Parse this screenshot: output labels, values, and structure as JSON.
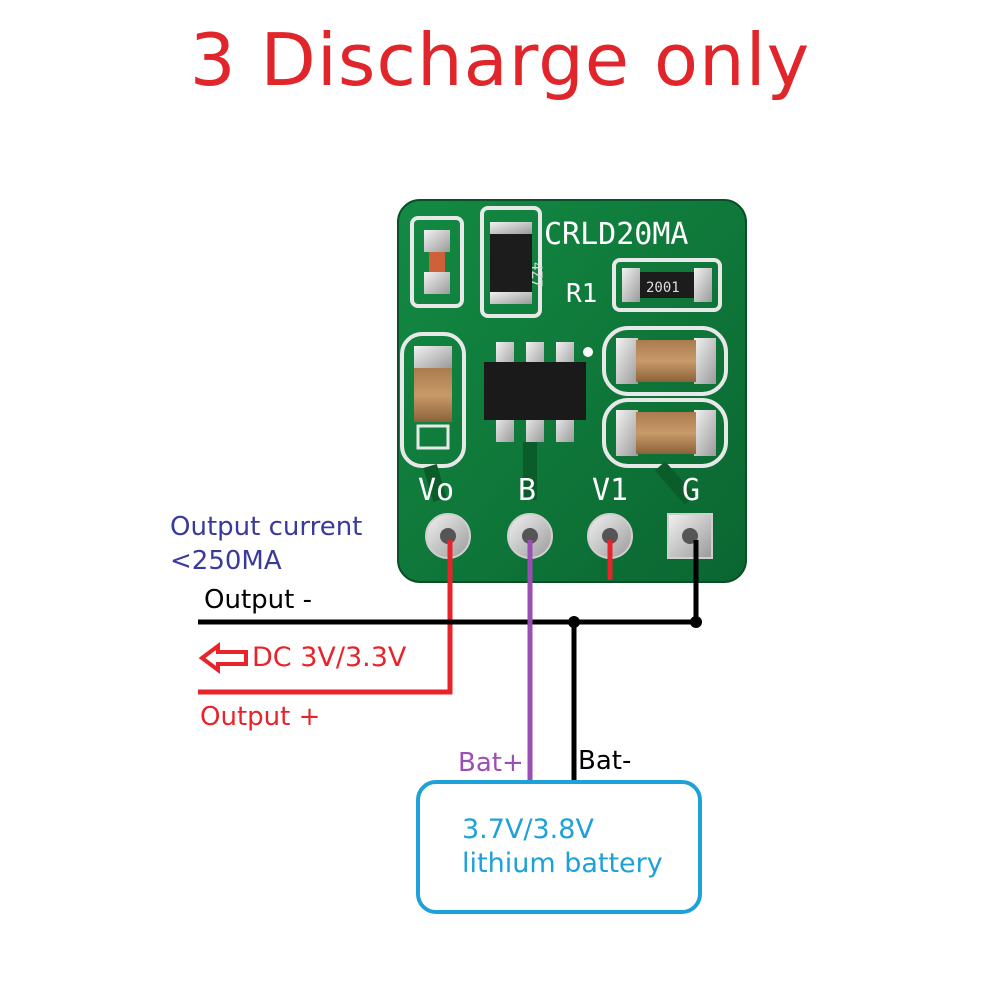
{
  "title": "3 Discharge only",
  "board": {
    "model": "CRLD20MA",
    "resistor_ref": "R1",
    "resistor_code": "2001",
    "inductor_code": "4Z7",
    "pins": [
      "Vo",
      "B",
      "V1",
      "G"
    ]
  },
  "labels": {
    "output_current_line1": "Output current",
    "output_current_line2": "<250MA",
    "output_minus": "Output -",
    "dc_output": "DC 3V/3.3V",
    "output_plus": "Output +",
    "bat_plus": "Bat+",
    "bat_minus": "Bat-",
    "battery_line1": "3.7V/3.8V",
    "battery_line2": "lithium battery"
  },
  "colors": {
    "title": "#e0252b",
    "pcb": "#0f7a3a",
    "pcb_dark": "#0a5c2b",
    "wire_red": "#e8232a",
    "wire_purple": "#9b4fb5",
    "wire_black": "#000000",
    "battery_box": "#1ea0d8",
    "blue_text": "#3a3a9c"
  }
}
